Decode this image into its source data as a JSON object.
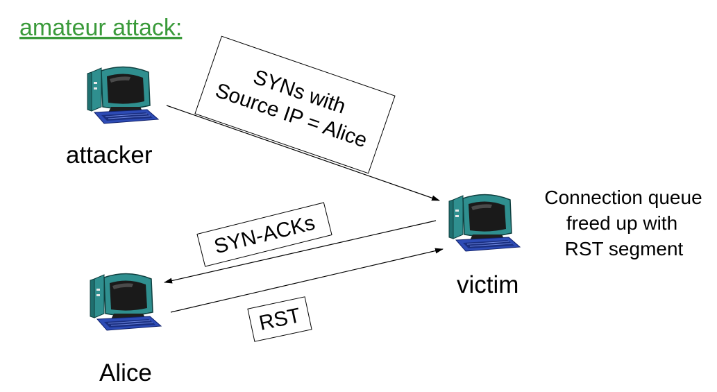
{
  "title": "amateur attack:",
  "colors": {
    "title": "#3a9a3a",
    "monitor_case": "#2f8f8f",
    "screen": "#1a1a1a",
    "keyboard": "#2d4bb5"
  },
  "nodes": {
    "attacker": {
      "label": "attacker",
      "icon": "computer-icon"
    },
    "victim": {
      "label": "victim",
      "icon": "computer-icon"
    },
    "alice": {
      "label": "Alice",
      "icon": "computer-icon"
    }
  },
  "messages": {
    "syns": {
      "line1": "SYNs with",
      "line2": "Source IP = Alice"
    },
    "synacks": {
      "label": "SYN-ACKs"
    },
    "rst": {
      "label": "RST"
    }
  },
  "note": {
    "line1": "Connection queue",
    "line2": "freed up with",
    "line3": "RST segment"
  }
}
